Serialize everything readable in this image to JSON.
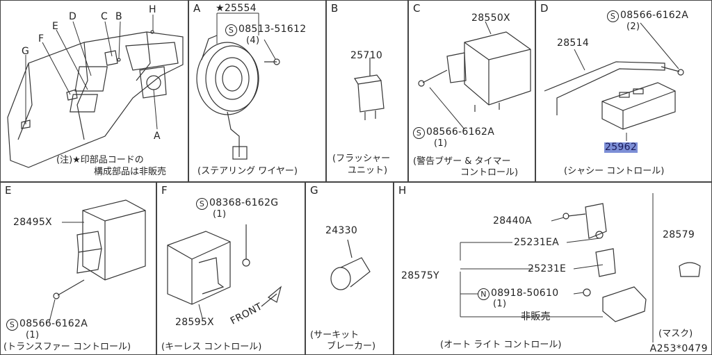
{
  "panels": {
    "main": {
      "callouts": [
        "D",
        "C",
        "B",
        "H",
        "E",
        "F",
        "G",
        "A"
      ],
      "note": [
        "(注)★印部品コードの",
        "構成部品は非販売"
      ]
    },
    "A": {
      "letter": "A",
      "star_part": "★25554",
      "bolt": "08513-51612",
      "bolt_s": "S",
      "bolt_qty": "(4)",
      "caption": "(ステアリング ワイヤー)"
    },
    "B": {
      "letter": "B",
      "part": "25710",
      "caption": [
        "(フラッシャー",
        "ユニット)"
      ]
    },
    "C": {
      "letter": "C",
      "part": "28550X",
      "bolt": "08566-6162A",
      "bolt_s": "S",
      "bolt_qty": "(1)",
      "caption": [
        "(警告ブザー & タイマー",
        "コントロール)"
      ]
    },
    "D": {
      "letter": "D",
      "bolt": "08566-6162A",
      "bolt_s": "S",
      "bolt_qty": "(2)",
      "part1": "28514",
      "part2": "25962",
      "caption": "(シャシー コントロール)"
    },
    "E": {
      "letter": "E",
      "part": "28495X",
      "bolt": "08566-6162A",
      "bolt_s": "S",
      "bolt_qty": "(1)",
      "caption": "(トランスファー コントロール)"
    },
    "F": {
      "letter": "F",
      "bolt": "08368-6162G",
      "bolt_s": "S",
      "bolt_qty": "(1)",
      "part": "28595X",
      "front": "FRONT",
      "caption": "(キーレス コントロール)"
    },
    "G": {
      "letter": "G",
      "part": "24330",
      "caption": [
        "(サーキット",
        "ブレーカー)"
      ]
    },
    "H": {
      "letter": "H",
      "p1": "28440A",
      "p2": "25231EA",
      "p3": "25231E",
      "p4": "28575Y",
      "nut": "08918-50610",
      "nut_n": "N",
      "nut_qty": "(1)",
      "not_sold": "非販売",
      "mask_part": "28579",
      "mask_caption": "(マスク)",
      "caption": "(オート ライト コントロール)"
    }
  },
  "ref_code": "A253*0479"
}
